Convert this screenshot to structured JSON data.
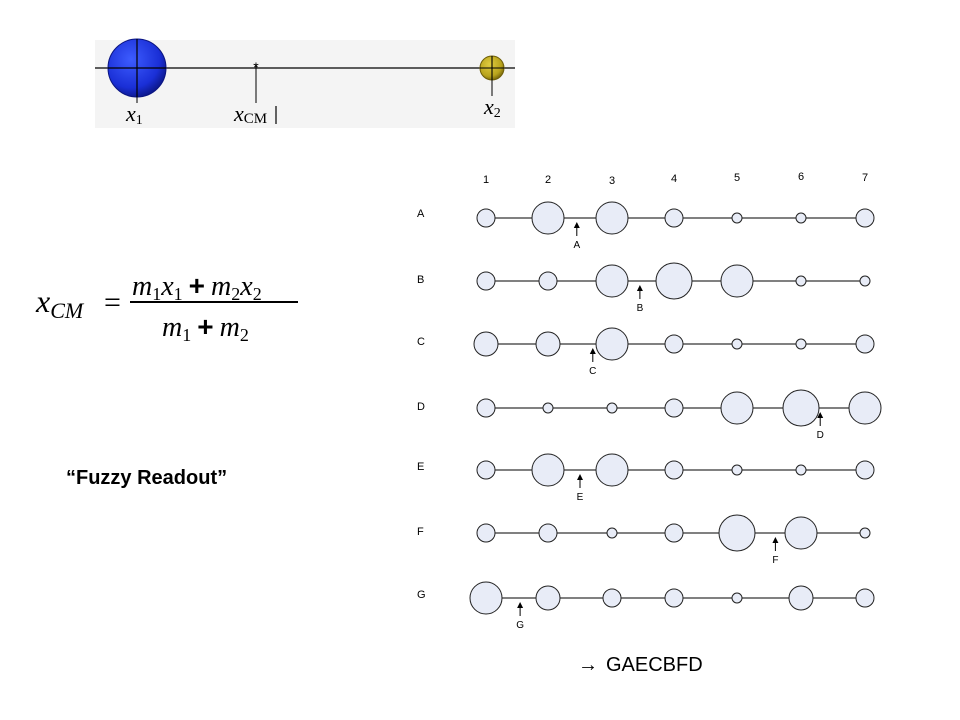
{
  "top_figure": {
    "label_x1_var": "x",
    "label_x1_sub": "1",
    "label_xcm_var": "x",
    "label_xcm_sub": "CM",
    "label_x2_var": "x",
    "label_x2_sub": "2",
    "mass1_color": "#1a2fd6",
    "mass2_color": "#b8a31c",
    "background": "#f4f4f4"
  },
  "formula": {
    "lhs_var": "x",
    "lhs_sub": "CM",
    "equals": "=",
    "num_m1": "m",
    "num_m1_sub": "1",
    "num_x1": "x",
    "num_x1_sub": "1",
    "plus": "+",
    "num_m2": "m",
    "num_m2_sub": "2",
    "num_x2": "x",
    "num_x2_sub": "2",
    "den_m1": "m",
    "den_m1_sub": "1",
    "den_plus": "+",
    "den_m2": "m",
    "den_m2_sub": "2"
  },
  "caption": "“Fuzzy Readout”",
  "answer": {
    "arrow": "→",
    "text": "GAECBFD"
  },
  "puzzle": {
    "columns": [
      "1",
      "2",
      "3",
      "4",
      "5",
      "6",
      "7"
    ],
    "circle_fill": "#e8ecf7",
    "rows": [
      {
        "id": "A",
        "sizes": [
          "M",
          "XL",
          "XL",
          "M",
          "S",
          "S",
          "M"
        ],
        "pointer_between": [
          2,
          3
        ],
        "pointer_frac": 0.45
      },
      {
        "id": "B",
        "sizes": [
          "M",
          "M",
          "XL",
          "XXL",
          "XL",
          "S",
          "S"
        ],
        "pointer_between": [
          3,
          4
        ],
        "pointer_frac": 0.45
      },
      {
        "id": "C",
        "sizes": [
          "L",
          "L",
          "XL",
          "M",
          "S",
          "S",
          "M"
        ],
        "pointer_between": [
          2,
          3
        ],
        "pointer_frac": 0.7
      },
      {
        "id": "D",
        "sizes": [
          "M",
          "S",
          "S",
          "M",
          "XL",
          "XXL",
          "XL"
        ],
        "pointer_between": [
          6,
          7
        ],
        "pointer_frac": 0.3
      },
      {
        "id": "E",
        "sizes": [
          "M",
          "XL",
          "XL",
          "M",
          "S",
          "S",
          "M"
        ],
        "pointer_between": [
          2,
          3
        ],
        "pointer_frac": 0.5
      },
      {
        "id": "F",
        "sizes": [
          "M",
          "M",
          "S",
          "M",
          "XXL",
          "XL",
          "S"
        ],
        "pointer_between": [
          5,
          6
        ],
        "pointer_frac": 0.6
      },
      {
        "id": "G",
        "sizes": [
          "XL",
          "L",
          "M",
          "M",
          "S",
          "L",
          "M"
        ],
        "pointer_between": [
          1,
          2
        ],
        "pointer_frac": 0.55
      }
    ]
  }
}
